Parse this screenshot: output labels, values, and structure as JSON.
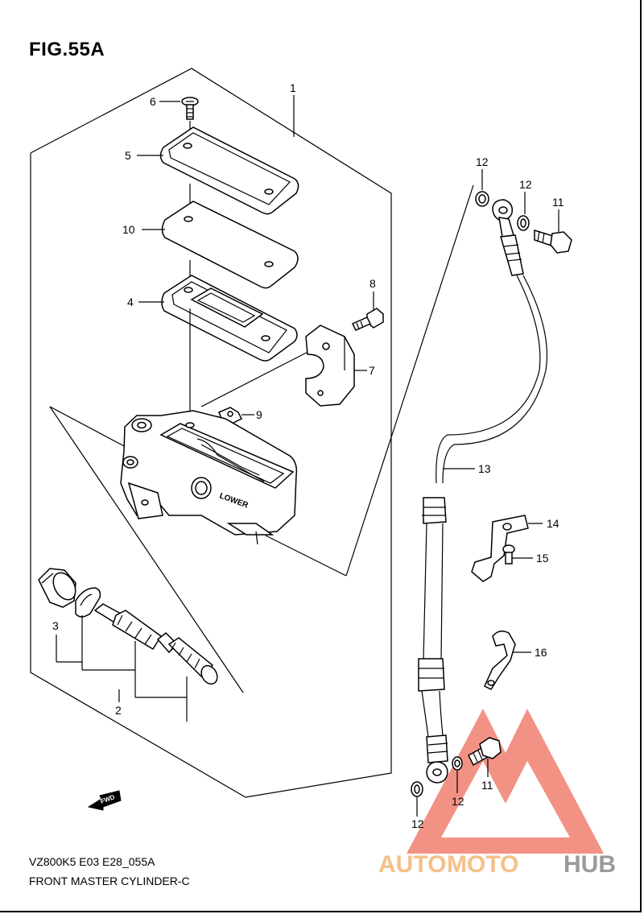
{
  "figure": {
    "title": "FIG.55A",
    "code": "VZ800K5 E03 E28_055A",
    "name": "FRONT MASTER CYLINDER-C"
  },
  "markings": {
    "lower": "LOWER",
    "fwd": "FWD"
  },
  "watermark": {
    "text_part1": "AUTO",
    "text_part2": "MOTO",
    "text_part3": "HUB",
    "color_triangle": "#f08070",
    "color_text_light": "#f5c089",
    "color_text_grey": "#9a9a9a"
  },
  "callouts": [
    {
      "id": "c1",
      "label": "1"
    },
    {
      "id": "c6",
      "label": "6"
    },
    {
      "id": "c5",
      "label": "5"
    },
    {
      "id": "c10",
      "label": "10"
    },
    {
      "id": "c4",
      "label": "4"
    },
    {
      "id": "c8",
      "label": "8"
    },
    {
      "id": "c7",
      "label": "7"
    },
    {
      "id": "c9",
      "label": "9"
    },
    {
      "id": "c3",
      "label": "3"
    },
    {
      "id": "c2",
      "label": "2"
    },
    {
      "id": "c12a",
      "label": "12"
    },
    {
      "id": "c12b",
      "label": "12"
    },
    {
      "id": "c11a",
      "label": "11"
    },
    {
      "id": "c13",
      "label": "13"
    },
    {
      "id": "c14",
      "label": "14"
    },
    {
      "id": "c15",
      "label": "15"
    },
    {
      "id": "c16",
      "label": "16"
    },
    {
      "id": "c11b",
      "label": "11"
    },
    {
      "id": "c12c",
      "label": "12"
    },
    {
      "id": "c12d",
      "label": "12"
    }
  ]
}
